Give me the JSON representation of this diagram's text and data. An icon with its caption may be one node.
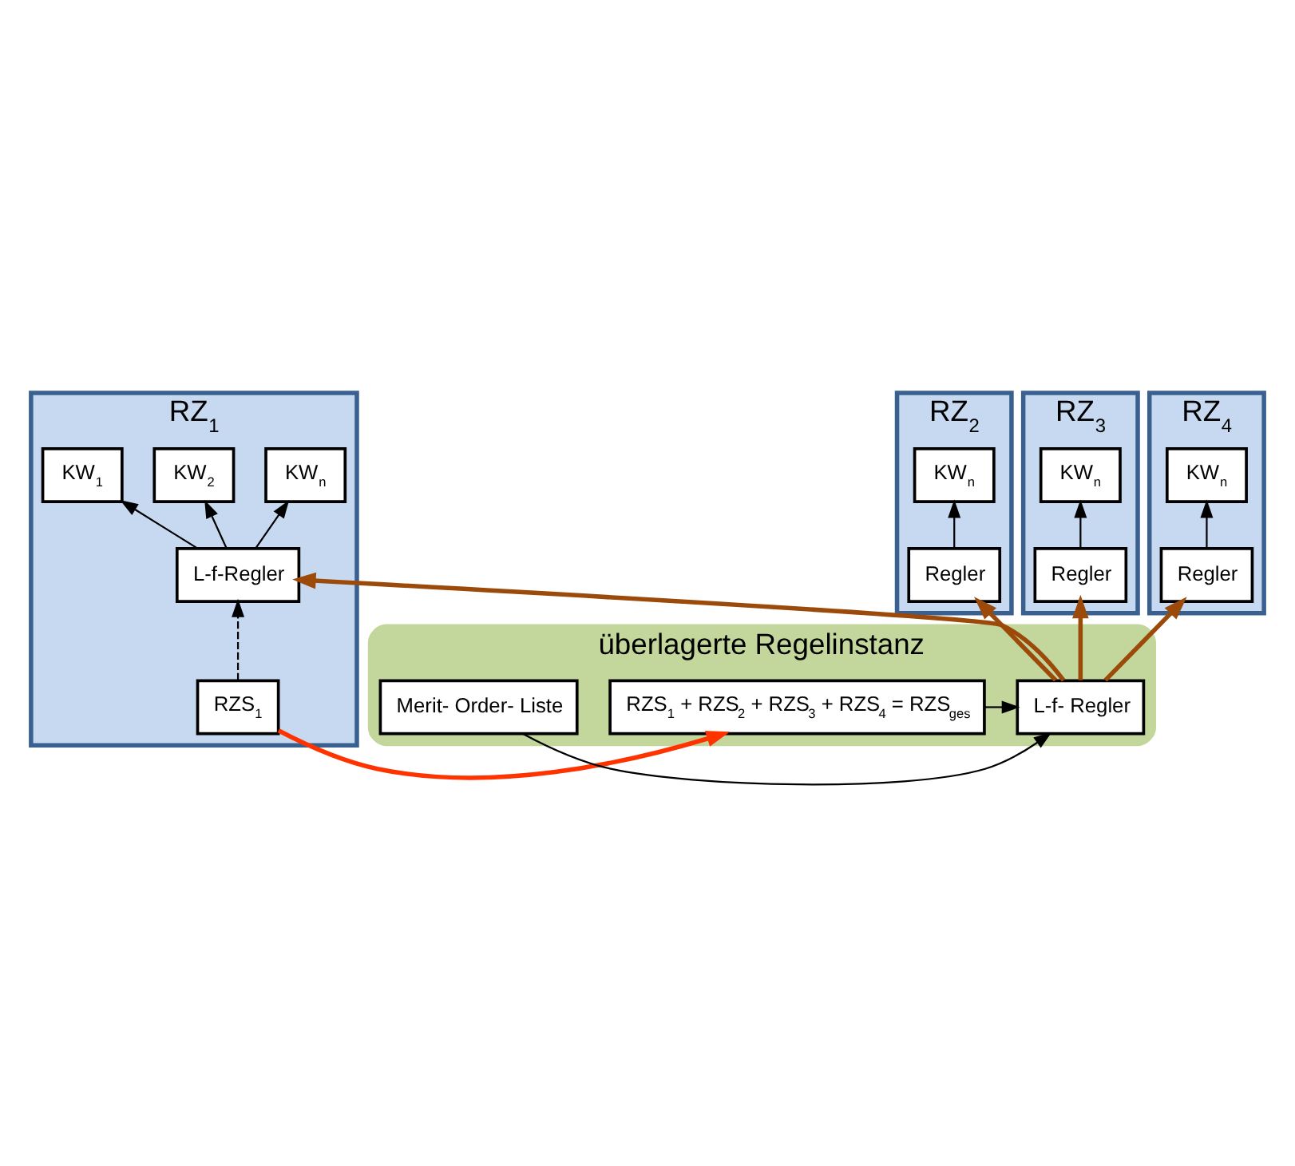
{
  "diagram": {
    "nodes": [
      {
        "text": [
          "RZ$_{1}$"
        ]
      },
      {
        "text": [
          "KW$_{1}$"
        ],
        "in": 0
      },
      {
        "text": [
          "KW$_{2}$"
        ],
        "in": 0
      },
      {
        "text": [
          "KW$_{n}$"
        ],
        "in": 0
      },
      {
        "text": [
          "RZS$_{1}$"
        ],
        "in": 0
      },
      {
        "text": [
          "L-f-Regler"
        ],
        "in": 0
      },
      {
        "text": [
          "RZ$_{2}$"
        ]
      },
      {
        "text": [
          "KW$_{n}$"
        ],
        "in": 6
      },
      {
        "text": [
          "Regler"
        ],
        "in": 6
      },
      {
        "text": [
          "RZ$_{3}$"
        ]
      },
      {
        "text": [
          "KW$_{n}$"
        ],
        "in": 9
      },
      {
        "text": [
          "Regler"
        ],
        "in": 9
      },
      {
        "text": [
          "RZ$_{4}$"
        ]
      },
      {
        "text": [
          "KW$_{n}$"
        ],
        "in": 12
      },
      {
        "text": [
          "Regler"
        ],
        "in": 12
      },
      {
        "text": [
          "überlagerte Regelinstanz"
        ]
      },
      {
        "text": [
          "RZS$_{1}$ + RZS$_{2}$ + RZS$_{3}$ + RZS$_{4}$ = RZS$_{ges}$"
        ],
        "in": 15
      },
      {
        "text": [
          "L-f- Regler"
        ],
        "in": 15
      },
      {
        "text": [
          "Merit- Order- Liste"
        ],
        "in": 15
      }
    ],
    "edges": [
      {
        "from": 5,
        "to": 1,
        "arrow": "to"
      },
      {
        "from": 5,
        "to": 2,
        "arrow": "to"
      },
      {
        "from": 5,
        "to": 3,
        "arrow": "to"
      },
      {
        "from": 4,
        "to": 5,
        "arrow": "to",
        "style": "dashed"
      },
      {
        "from": 8,
        "to": 7,
        "arrow": "to"
      },
      {
        "from": 11,
        "to": 10,
        "arrow": "to"
      },
      {
        "from": 14,
        "to": 13,
        "arrow": "to"
      },
      {
        "from": 4,
        "to": 16,
        "arrow": "to",
        "style": "thick",
        "color": "#ff3300"
      },
      {
        "from": 17,
        "to": 5,
        "arrow": "to",
        "style": "thick",
        "color": "#9c4a0a"
      },
      {
        "from": 17,
        "to": 8,
        "arrow": "to",
        "style": "thick",
        "color": "#9c4a0a"
      },
      {
        "from": 17,
        "to": 11,
        "arrow": "to",
        "style": "thick",
        "color": "#9c4a0a"
      },
      {
        "from": 17,
        "to": 14,
        "arrow": "to",
        "style": "thick",
        "color": "#9c4a0a"
      },
      {
        "from": 16,
        "to": 17,
        "arrow": "to"
      },
      {
        "from": 18,
        "to": 17,
        "arrow": "to"
      }
    ]
  }
}
